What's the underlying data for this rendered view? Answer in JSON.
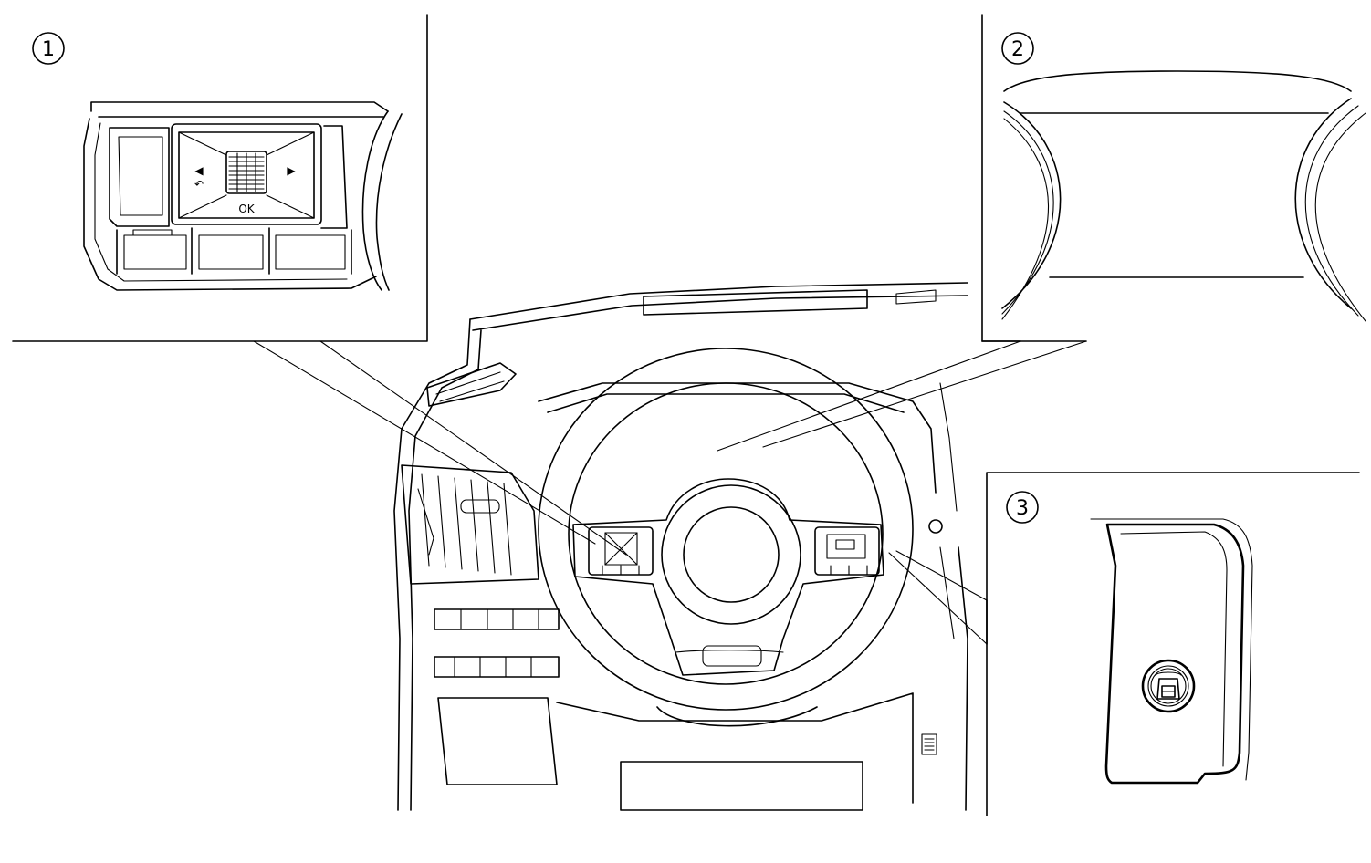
{
  "callouts": [
    {
      "number": "1"
    },
    {
      "number": "2"
    },
    {
      "number": "3"
    }
  ],
  "switch_panel": {
    "ok_label": "OK",
    "left_arrow": "◀",
    "right_arrow": "▶",
    "back_glyph": "↶"
  },
  "colors": {
    "line": "#000000",
    "background": "#ffffff"
  }
}
